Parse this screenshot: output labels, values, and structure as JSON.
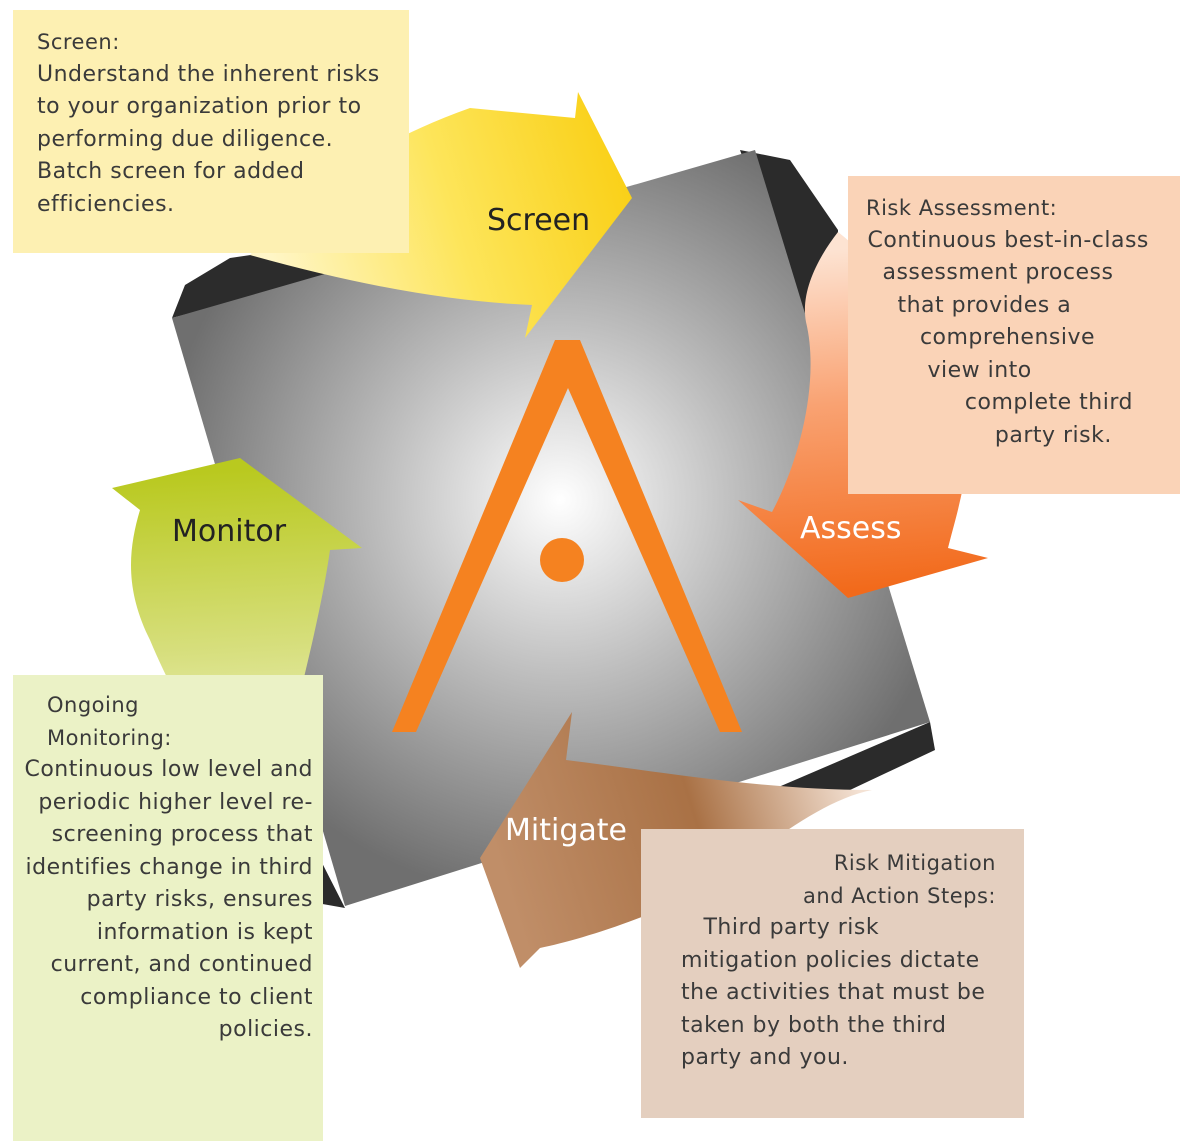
{
  "stages": {
    "screen": "Screen",
    "assess": "Assess",
    "mitigate": "Mitigate",
    "monitor": "Monitor"
  },
  "boxes": {
    "screen": {
      "title": "Screen:",
      "text": "Understand the inherent risks to your organization prior to performing due diligence. Batch screen for added efficiencies."
    },
    "assess": {
      "title": "Risk Assessment:",
      "text": " Continuous best-in-class\n   assessment process\n     that provides a\n        comprehensive\n         view into\n              complete third\n                  party risk."
    },
    "mitigate": {
      "title": "Risk Mitigation\nand Action Steps:",
      "text": "   Third party risk\nmitigation policies dictate\nthe activities that must be\ntaken by both the third\nparty and you."
    },
    "monitor": {
      "title": "Ongoing Monitoring:",
      "text": "Continuous low level and periodic higher level re-screening process that identifies change in third party risks, ensures information is kept current, and continued compliance to client policies."
    }
  },
  "colors": {
    "screen": "#fbd71a",
    "assess": "#f47a2a",
    "mitigate": "#b37a52",
    "monitor": "#bfcf24",
    "logo": "#f58220"
  }
}
